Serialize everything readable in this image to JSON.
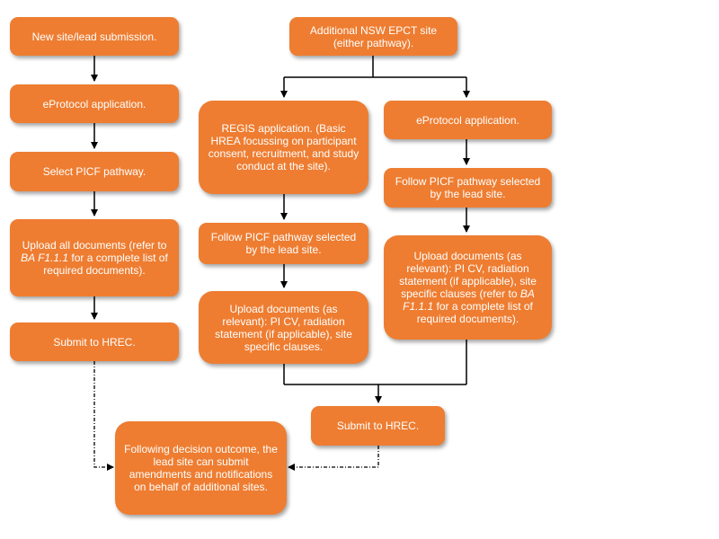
{
  "colors": {
    "node_fill": "#ee7d31",
    "node_text": "#ffffff",
    "connector": "#000000"
  },
  "nodes": {
    "new_site": {
      "text": "New site/lead submission."
    },
    "eprotocol_left": {
      "text": "eProtocol application."
    },
    "select_picf": {
      "text": "Select PICF pathway."
    },
    "upload_all": {
      "pre": "Upload all documents (refer to ",
      "ref": "BA F1.1.1",
      "post": " for a complete list of required documents)."
    },
    "submit_left": {
      "text": "Submit to HREC."
    },
    "additional_site": {
      "text": "Additional NSW EPCT site (either pathway)."
    },
    "regis": {
      "text": "REGIS application. (Basic HREA focussing on participant consent, recruitment, and study conduct at the site)."
    },
    "follow_mid": {
      "text": "Follow PICF pathway selected by the lead site."
    },
    "upload_mid": {
      "text": "Upload documents (as relevant): PI CV, radiation statement (if applicable), site specific clauses."
    },
    "eprotocol_right": {
      "text": "eProtocol application."
    },
    "follow_right": {
      "text": "Follow PICF pathway selected by the lead site."
    },
    "upload_right": {
      "pre": "Upload documents (as relevant): PI CV, radiation statement (if applicable), site specific clauses (refer to ",
      "ref": "BA F1.1.1",
      "post": " for a complete list of required documents)."
    },
    "submit_right": {
      "text": "Submit to HREC."
    },
    "outcome": {
      "text": "Following decision outcome, the lead site can submit amendments and notifications on behalf of additional sites."
    }
  }
}
